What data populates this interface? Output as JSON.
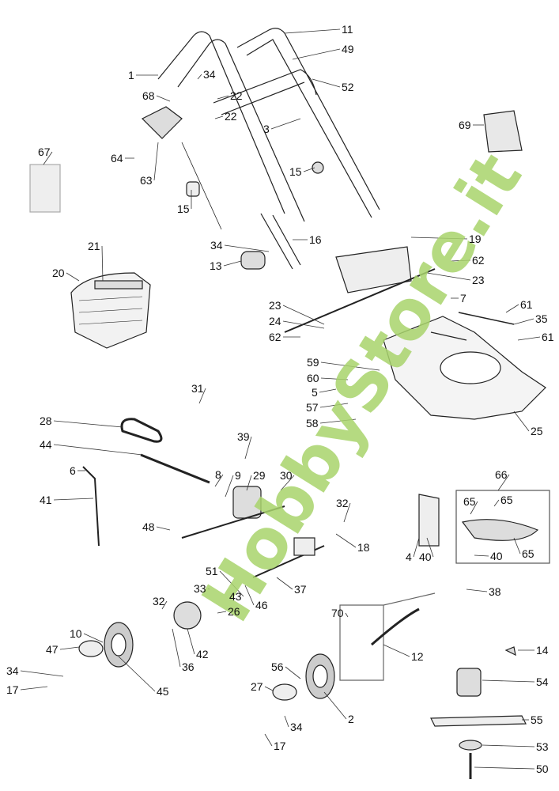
{
  "diagram": {
    "type": "exploded parts diagram",
    "watermark": "HobbyStore.it",
    "part_labels": [
      "11",
      "49",
      "1",
      "34",
      "52",
      "22",
      "68",
      "22",
      "3",
      "69",
      "67",
      "64",
      "63",
      "15",
      "15",
      "34",
      "16",
      "13",
      "19",
      "62",
      "21",
      "20",
      "23",
      "7",
      "61",
      "35",
      "61",
      "23",
      "24",
      "62",
      "59",
      "60",
      "5",
      "57",
      "58",
      "25",
      "31",
      "28",
      "39",
      "44",
      "6",
      "8",
      "9",
      "29",
      "30",
      "41",
      "48",
      "32",
      "18",
      "66",
      "65",
      "65",
      "4",
      "40",
      "65",
      "40",
      "38",
      "51",
      "33",
      "43",
      "46",
      "37",
      "70",
      "12",
      "32",
      "36",
      "42",
      "26",
      "10",
      "47",
      "45",
      "34",
      "17",
      "56",
      "27",
      "2",
      "34",
      "17",
      "14",
      "54",
      "55",
      "53",
      "50"
    ]
  }
}
